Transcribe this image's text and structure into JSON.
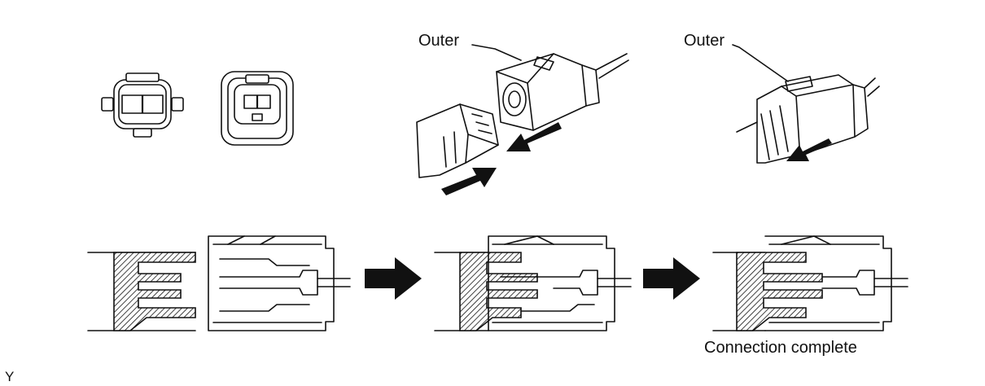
{
  "labels": {
    "outer_left": "Outer",
    "outer_right": "Outer",
    "connection_complete": "Connection complete",
    "corner_mark": "Y"
  }
}
